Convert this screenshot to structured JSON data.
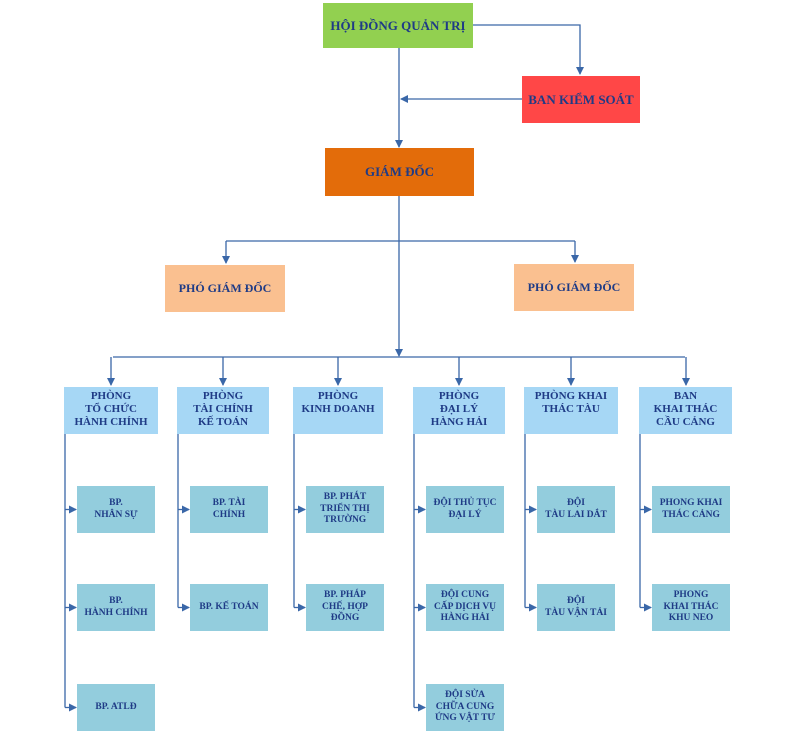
{
  "colors": {
    "board": "#92d050",
    "control": "#ff4747",
    "director": "#e36c0a",
    "deputy": "#fac090",
    "dept": "#a6d7f5",
    "sub": "#93cddd",
    "text": "#1f3b86",
    "line": "#3a67a8"
  },
  "board": "HỘI ĐỒNG QUẢN TRỊ",
  "control": "BAN KIỂM SOÁT",
  "director": "GIÁM ĐỐC",
  "deputies": [
    "PHÓ GIÁM ĐỐC",
    "PHÓ GIÁM ĐỐC"
  ],
  "departments": [
    {
      "name": "PHÒNG\nTỔ CHỨC\nHÀNH CHÍNH",
      "units": [
        "BP.\nNHÂN SỰ",
        "BP.\nHÀNH CHÍNH",
        "BP. ATLĐ"
      ]
    },
    {
      "name": "PHÒNG\nTÀI CHÍNH\nKẾ TOÁN",
      "units": [
        "BP. TÀI\nCHÍNH",
        "BP. KẾ TOÁN"
      ]
    },
    {
      "name": "PHÒNG\nKINH DOANH",
      "units": [
        "BP. PHÁT\nTRIỂN THỊ\nTRƯỜNG",
        "BP. PHÁP\nCHẾ, HỢP\nĐỒNG"
      ]
    },
    {
      "name": "PHÒNG\nĐẠI LÝ\nHÀNG HẢI",
      "units": [
        "ĐỘI THỦ TỤC\nĐẠI LÝ",
        "ĐỘI CUNG\nCẤP DỊCH VỤ\nHÀNG HẢI",
        "ĐỘI SỬA\nCHỮA CUNG\nỨNG VẬT TƯ"
      ]
    },
    {
      "name": "PHÒNG KHAI\nTHÁC TÀU",
      "units": [
        "ĐỘI\nTÀU LAI DẮT",
        "ĐỘI\nTÀU VẬN TẢI"
      ]
    },
    {
      "name": "BAN\nKHAI THÁC\nCẦU CẢNG",
      "units": [
        "PHONG KHAI\nTHÁC CẢNG",
        "PHONG\nKHAI THÁC\nKHU NEO"
      ]
    }
  ]
}
